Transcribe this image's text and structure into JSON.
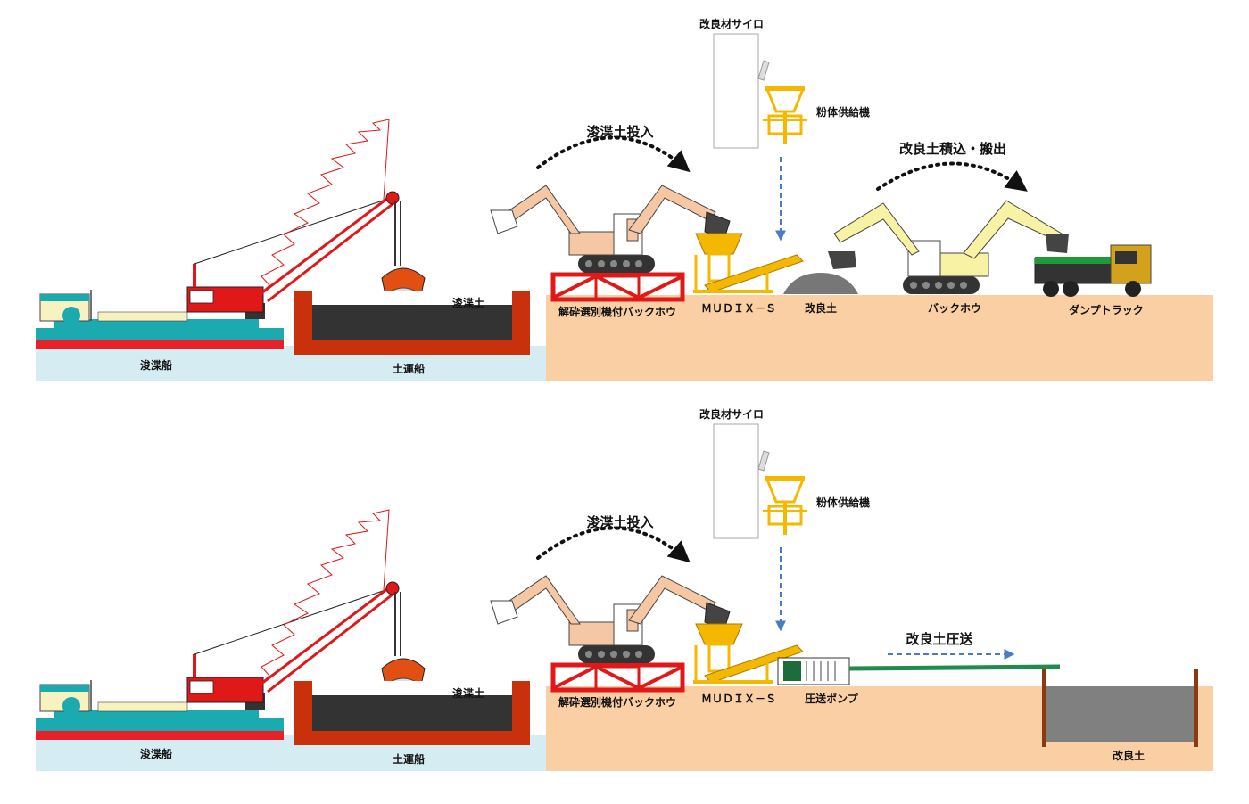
{
  "top_panel": {
    "silo": "改良材サイロ",
    "powder_feeder": "粉体供給機",
    "dredge_input": "浚渫土投入",
    "load_out": "改良土積込・搬出",
    "dredged_soil": "浚渫土",
    "dredger": "浚渫船",
    "soil_barge": "土運船",
    "backhoe_crusher": "解砕選別機付バックホウ",
    "mudix": "ＭＵＤＩＸ－Ｓ",
    "improved_soil": "改良土",
    "backhoe": "バックホウ",
    "dump_truck": "ダンプトラック"
  },
  "bottom_panel": {
    "silo": "改良材サイロ",
    "powder_feeder": "粉体供給機",
    "dredge_input": "浚渫土投入",
    "pump_transfer": "改良土圧送",
    "dredged_soil": "浚渫土",
    "dredger": "浚渫船",
    "soil_barge": "土運船",
    "backhoe_crusher": "解砕選別機付バックホウ",
    "mudix": "ＭＵＤＩＸ－Ｓ",
    "pump": "圧送ポンプ",
    "improved_soil": "改良土"
  },
  "colors": {
    "ground": "#fbcfa4",
    "water": "#d5ecf2",
    "barge_hull": "#c8310c",
    "crane_red": "#e01818",
    "excavator_orange": "#f5c7a5",
    "feeder_yellow": "#f5b800",
    "backhoe_yellow": "#f8f2a4",
    "flow_arrow": "#4a7cc6",
    "pipe_green": "#1e8c4c"
  }
}
